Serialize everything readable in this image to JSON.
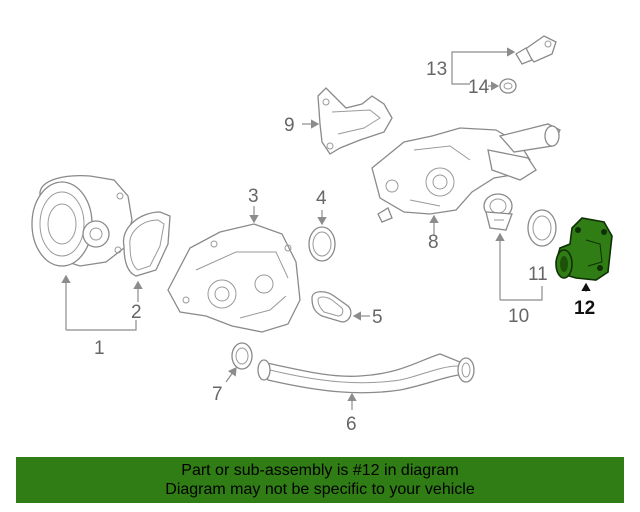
{
  "callouts": {
    "c1": "1",
    "c2": "2",
    "c3": "3",
    "c4": "4",
    "c5": "5",
    "c6": "6",
    "c7": "7",
    "c8": "8",
    "c9": "9",
    "c10": "10",
    "c11": "11",
    "c12": "12",
    "c13": "13",
    "c14": "14"
  },
  "highlight": {
    "part_number": "12",
    "color": "#2f7d14"
  },
  "banner": {
    "line1": "Part or sub-assembly is #12 in diagram",
    "line2": "Diagram may not be specific to your vehicle"
  }
}
